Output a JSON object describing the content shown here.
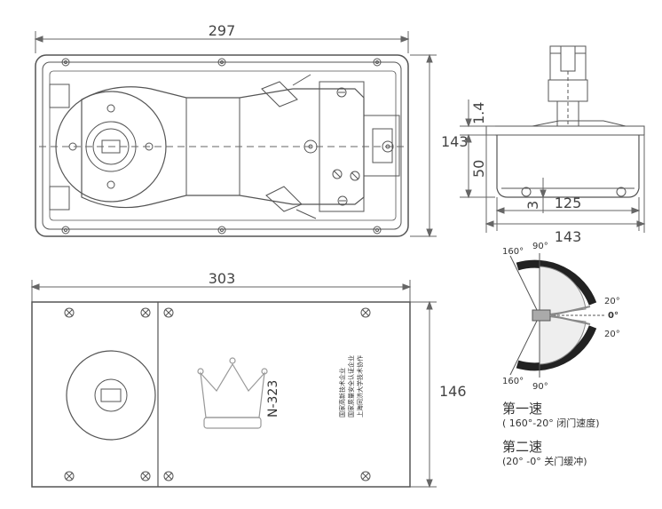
{
  "dimensions": {
    "top_width": "297",
    "top_height": "143",
    "bottom_width": "303",
    "bottom_height": "146",
    "side_width_outer": "143",
    "side_width_inner": "125",
    "side_height": "50",
    "side_top_gap": "1.4",
    "side_bottom_gap": "3"
  },
  "cover_plate": {
    "model": "N-323",
    "side_text": [
      "国家高新技术企业",
      "国家质量安全认证企业",
      "上海同济大学技术协作"
    ]
  },
  "angle_diagram": {
    "labels": {
      "top_left": "160°",
      "top": "90°",
      "right_upper": "20°",
      "right_mid": "0°",
      "right_lower": "20°",
      "bottom_left": "160°",
      "bottom": "90°"
    }
  },
  "speeds": [
    {
      "title": "第一速",
      "desc": "( 160°-20° 闭门速度)"
    },
    {
      "title": "第二速",
      "desc": "(20° -0° 关门缓冲)"
    }
  ]
}
